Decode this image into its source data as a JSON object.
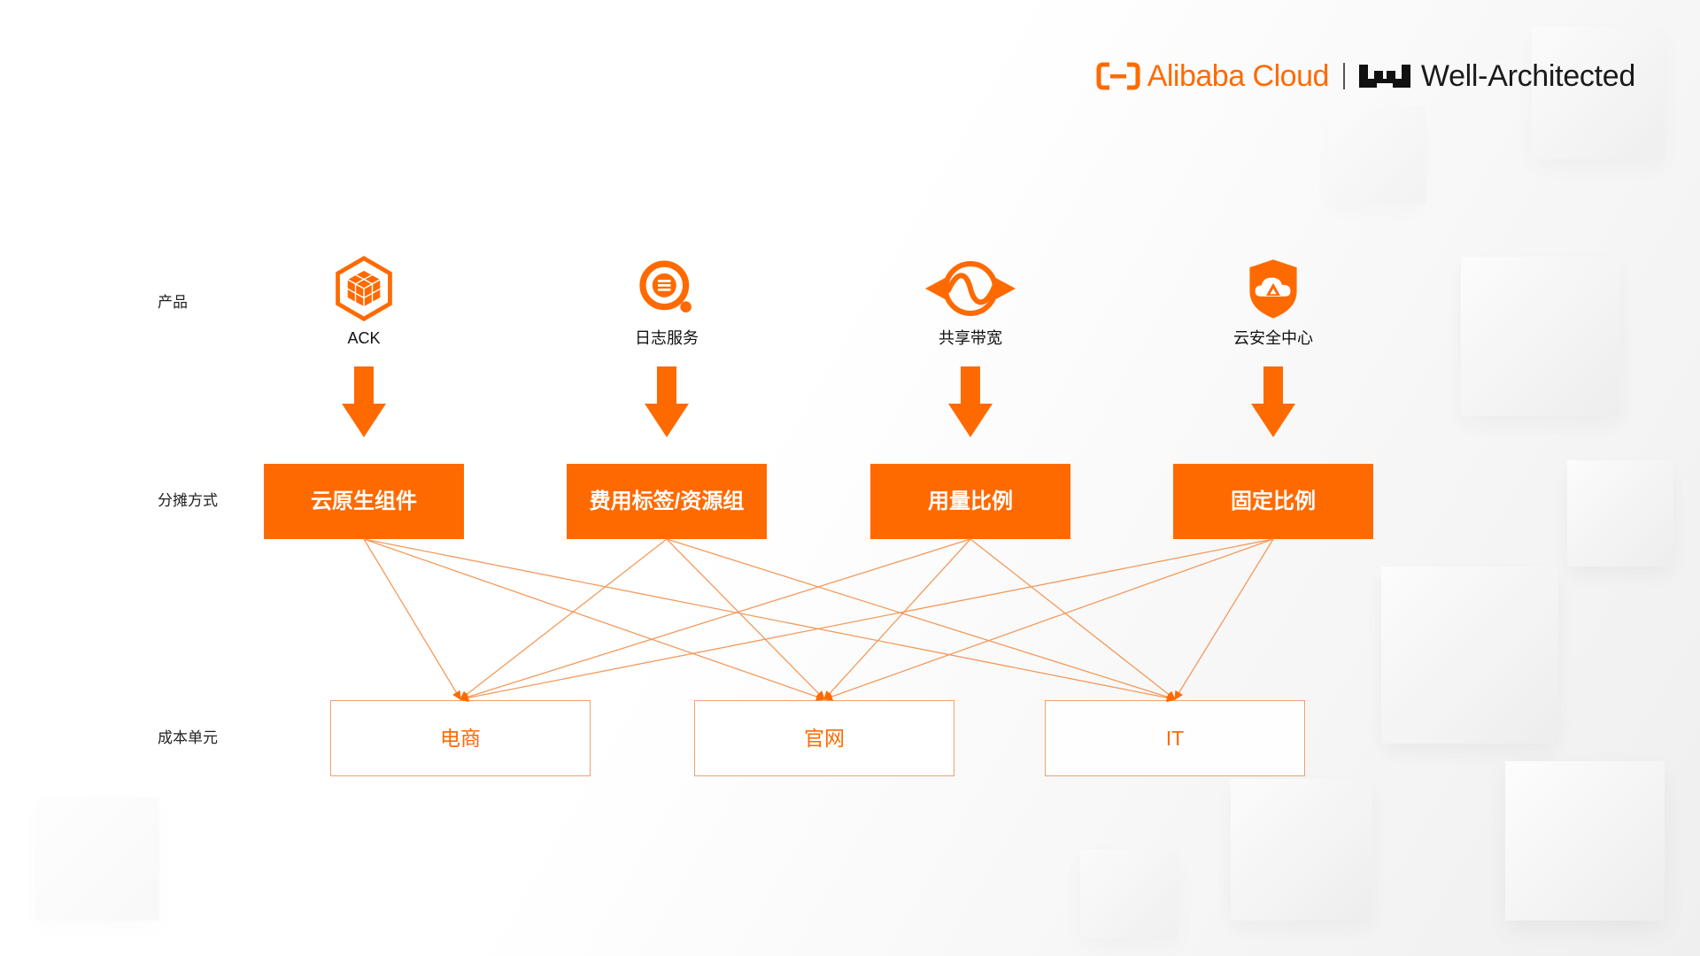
{
  "brand": {
    "alibaba_icon": "alibaba-cloud-logo-icon",
    "alibaba_text": "Alibaba Cloud",
    "wa_icon": "well-architected-logo-icon",
    "wa_text": "Well-Architected"
  },
  "row_labels": {
    "products": "产品",
    "allocation": "分摊方式",
    "cost_units": "成本单元"
  },
  "products": [
    {
      "name": "ACK",
      "icon": "ack-container-icon"
    },
    {
      "name": "日志服务",
      "icon": "log-service-icon"
    },
    {
      "name": "共享带宽",
      "icon": "shared-bandwidth-icon"
    },
    {
      "name": "云安全中心",
      "icon": "security-center-icon"
    }
  ],
  "allocation_methods": [
    "云原生组件",
    "费用标签/资源组",
    "用量比例",
    "固定比例"
  ],
  "cost_units": [
    "电商",
    "官网",
    "IT"
  ],
  "edges": [
    [
      0,
      0
    ],
    [
      0,
      1
    ],
    [
      0,
      2
    ],
    [
      1,
      0
    ],
    [
      1,
      1
    ],
    [
      1,
      2
    ],
    [
      2,
      0
    ],
    [
      2,
      1
    ],
    [
      2,
      2
    ],
    [
      3,
      0
    ],
    [
      3,
      1
    ],
    [
      3,
      2
    ]
  ],
  "colors": {
    "accent": "#FF6A00",
    "edge": "#F39A5C",
    "text": "#1A1A1A",
    "unit_border": "#F0A070"
  }
}
